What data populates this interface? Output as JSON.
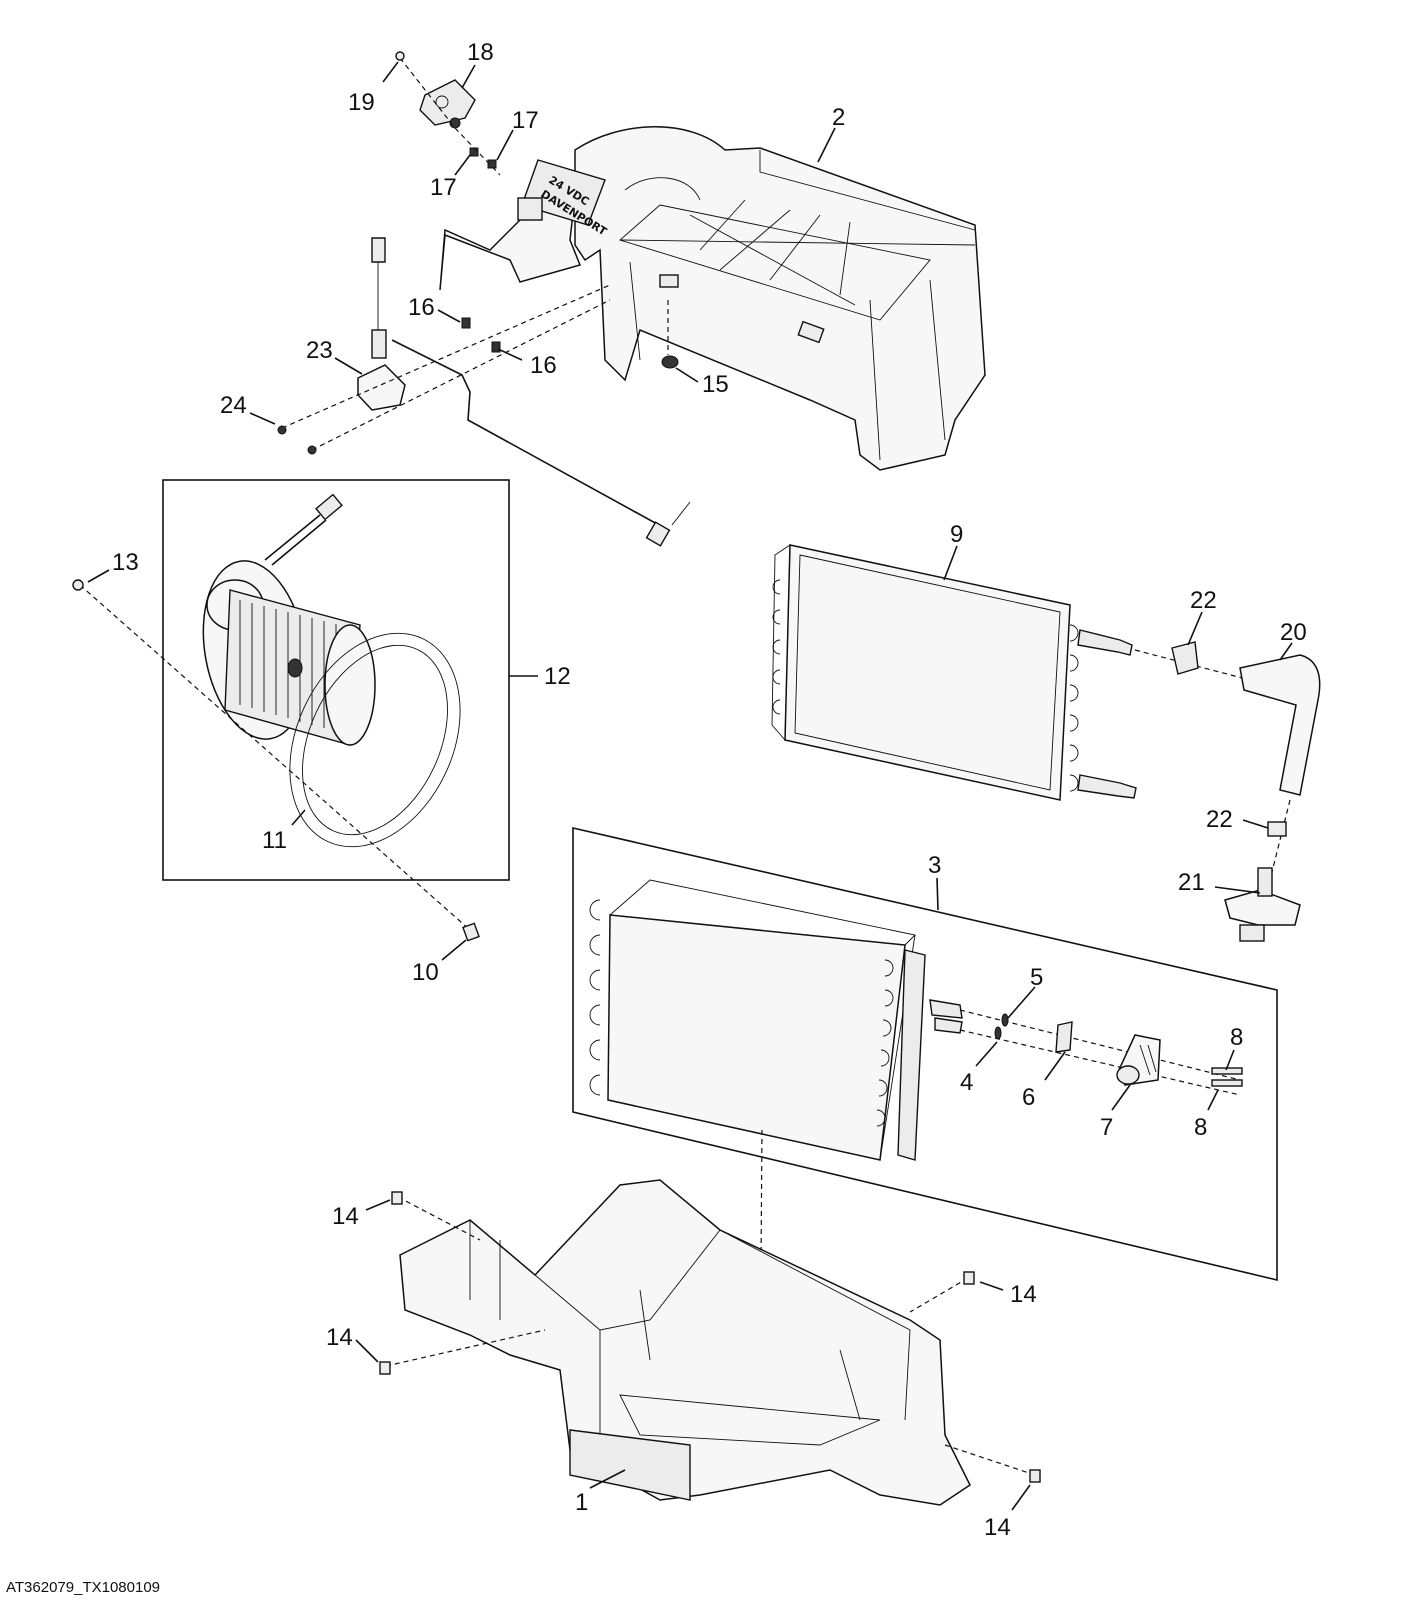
{
  "diagram": {
    "reference_id": "AT362079_TX1080109",
    "housing_stamp": [
      "24 VDC",
      "DAVENPORT"
    ],
    "callouts": [
      "1",
      "2",
      "3",
      "4",
      "5",
      "6",
      "7",
      "8",
      "8",
      "9",
      "10",
      "11",
      "12",
      "13",
      "14",
      "14",
      "14",
      "14",
      "15",
      "16",
      "16",
      "17",
      "17",
      "18",
      "19",
      "20",
      "21",
      "22",
      "22",
      "23",
      "24"
    ]
  }
}
